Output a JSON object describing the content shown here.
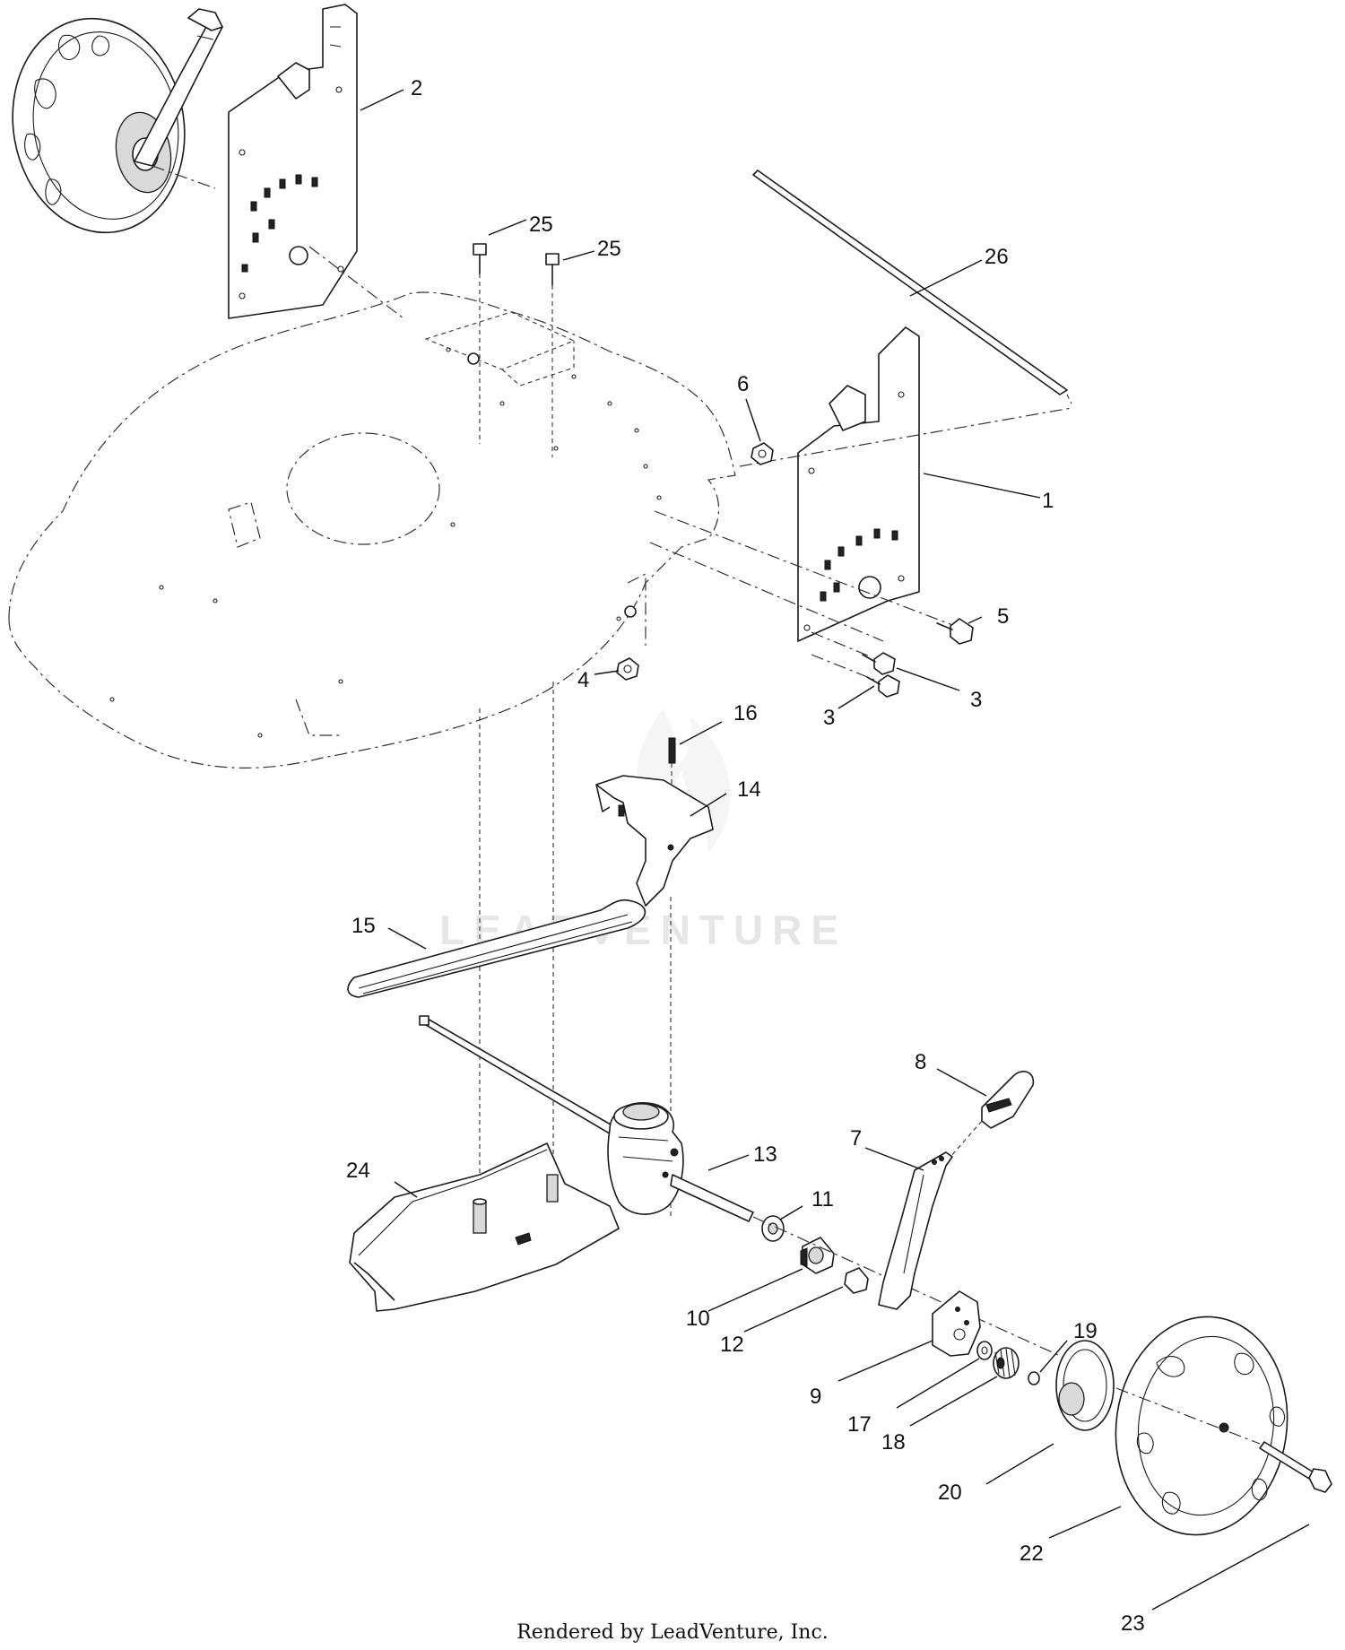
{
  "watermark": "LEADVENTURE",
  "footer": "Rendered by LeadVenture, Inc.",
  "callouts": [
    "1",
    "2",
    "3",
    "3",
    "4",
    "5",
    "6",
    "7",
    "8",
    "9",
    "10",
    "11",
    "12",
    "13",
    "14",
    "15",
    "16",
    "17",
    "18",
    "19",
    "20",
    "22",
    "23",
    "24",
    "25",
    "25",
    "26"
  ]
}
